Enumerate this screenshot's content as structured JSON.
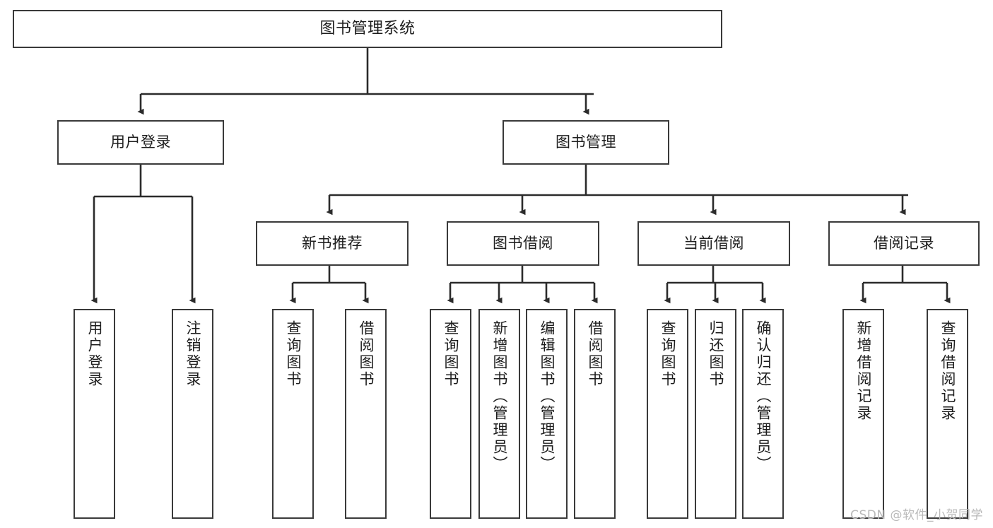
{
  "diagram": {
    "title": "图书管理系统",
    "watermark": "CSDN @软件_小贺同学",
    "colors": {
      "box_border": "#3a3a3a",
      "edge": "#2b2b2b",
      "background": "#ffffff",
      "text": "#1d1d1d",
      "watermark": "#b9b9b9"
    },
    "levels": {
      "root": {
        "label": "图书管理系统"
      },
      "level2": [
        {
          "id": "user-login",
          "label": "用户登录"
        },
        {
          "id": "book-manage",
          "label": "图书管理"
        }
      ],
      "level3": [
        {
          "id": "new-book-recommend",
          "label": "新书推荐"
        },
        {
          "id": "book-borrow",
          "label": "图书借阅"
        },
        {
          "id": "current-borrow",
          "label": "当前借阅"
        },
        {
          "id": "borrow-record",
          "label": "借阅记录"
        }
      ],
      "leaves": {
        "user_login": [
          {
            "id": "leaf-user-login",
            "label": "用户登录"
          },
          {
            "id": "leaf-logout",
            "label": "注销登录"
          }
        ],
        "new_book_recommend": [
          {
            "id": "leaf-query-book-1",
            "label": "查询图书"
          },
          {
            "id": "leaf-borrow-book-1",
            "label": "借阅图书"
          }
        ],
        "book_borrow": [
          {
            "id": "leaf-query-book-2",
            "label": "查询图书"
          },
          {
            "id": "leaf-add-book",
            "label": "新增图书（管理员）"
          },
          {
            "id": "leaf-edit-book",
            "label": "编辑图书（管理员）"
          },
          {
            "id": "leaf-borrow-book-2",
            "label": "借阅图书"
          }
        ],
        "current_borrow": [
          {
            "id": "leaf-query-book-3",
            "label": "查询图书"
          },
          {
            "id": "leaf-return-book",
            "label": "归还图书"
          },
          {
            "id": "leaf-confirm-return",
            "label": "确认归还（管理员）"
          }
        ],
        "borrow_record": [
          {
            "id": "leaf-add-record",
            "label": "新增借阅记录"
          },
          {
            "id": "leaf-query-record",
            "label": "查询借阅记录"
          }
        ]
      }
    }
  }
}
